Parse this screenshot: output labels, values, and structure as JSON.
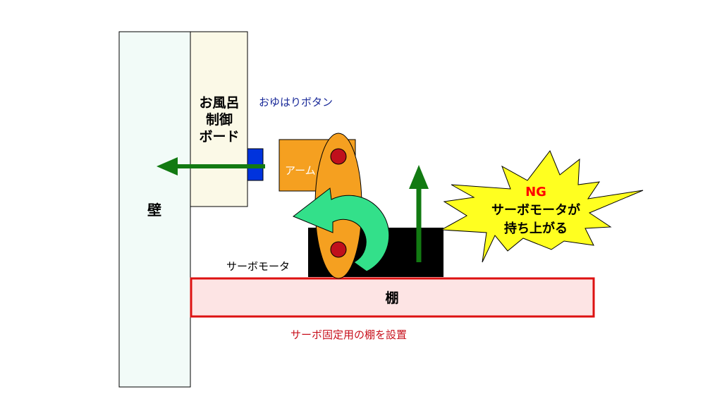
{
  "labels": {
    "wall": "壁",
    "control_board_line1": "お風呂",
    "control_board_line2": "制御",
    "control_board_line3": "ボード",
    "button": "おゆはりボタン",
    "arm": "アーム",
    "servo": "サーボモータ",
    "shelf": "棚",
    "shelf_note": "サーボ固定用の棚を設置",
    "ng_title": "NG",
    "ng_line1": "サーボモータが",
    "ng_line2": "持ち上がる"
  },
  "colors": {
    "wall_fill": "#f2fbf8",
    "board_fill": "#fbf9e7",
    "button_fill": "#0033dd",
    "arm_fill": "#f5a020",
    "pivot_fill": "#c0101c",
    "servo_fill": "#000000",
    "shelf_fill": "#fde4e4",
    "shelf_border": "#dd1111",
    "push_arrow": "#127a12",
    "rotate_arrow": "#33e08a",
    "burst_fill": "#ffff20",
    "ng_text": "#ff0000",
    "button_label": "#1a2a99",
    "shelf_note_text": "#c8101c"
  }
}
